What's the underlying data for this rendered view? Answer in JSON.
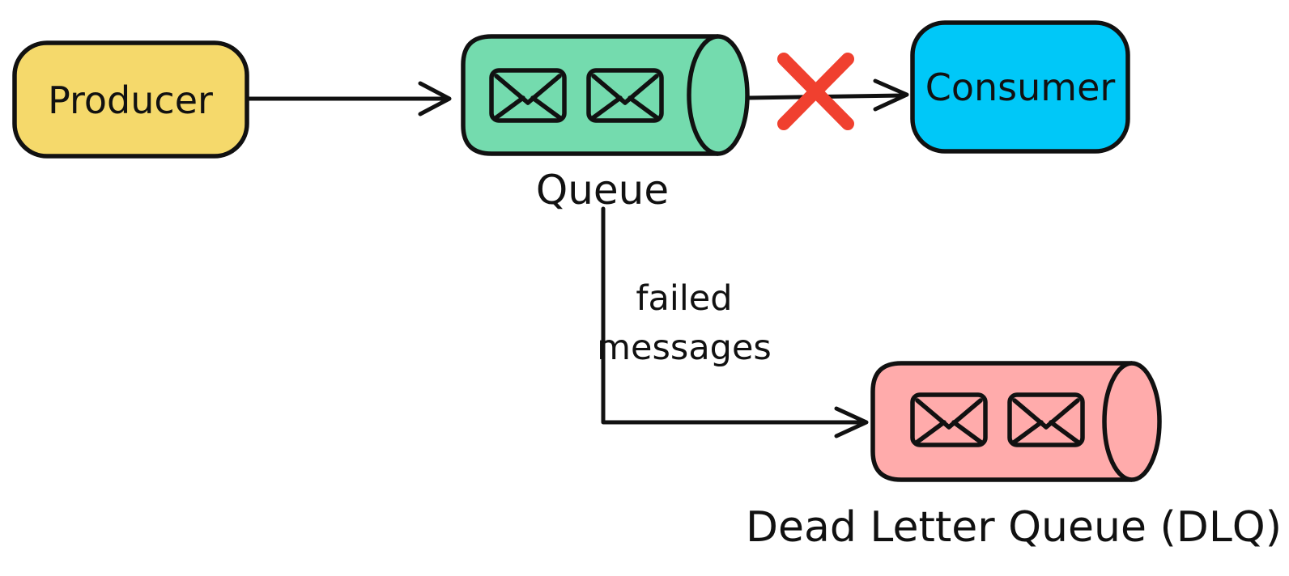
{
  "diagram": {
    "background": "#ffffff",
    "stroke_color": "#111111",
    "nodes": {
      "producer": {
        "label": "Producer",
        "fill": "#f5d96b",
        "shape": "rounded-box"
      },
      "queue": {
        "label": "Queue",
        "fill": "#74dbae",
        "shape": "horizontal-cylinder",
        "message_count": 2
      },
      "consumer": {
        "label": "Consumer",
        "fill": "#00c8f8",
        "shape": "rounded-box"
      },
      "dead_letter_queue": {
        "label": "Dead Letter Queue (DLQ)",
        "fill": "#ffabab",
        "shape": "horizontal-cylinder",
        "message_count": 2
      }
    },
    "edges": {
      "producer_to_queue": {
        "from": "producer",
        "to": "queue"
      },
      "queue_to_consumer": {
        "from": "queue",
        "to": "consumer",
        "blocked": true,
        "blocked_marker_color": "#f0402f"
      },
      "queue_to_dlq": {
        "from": "queue",
        "to": "dead_letter_queue",
        "label_line1": "failed",
        "label_line2": "messages"
      }
    }
  }
}
